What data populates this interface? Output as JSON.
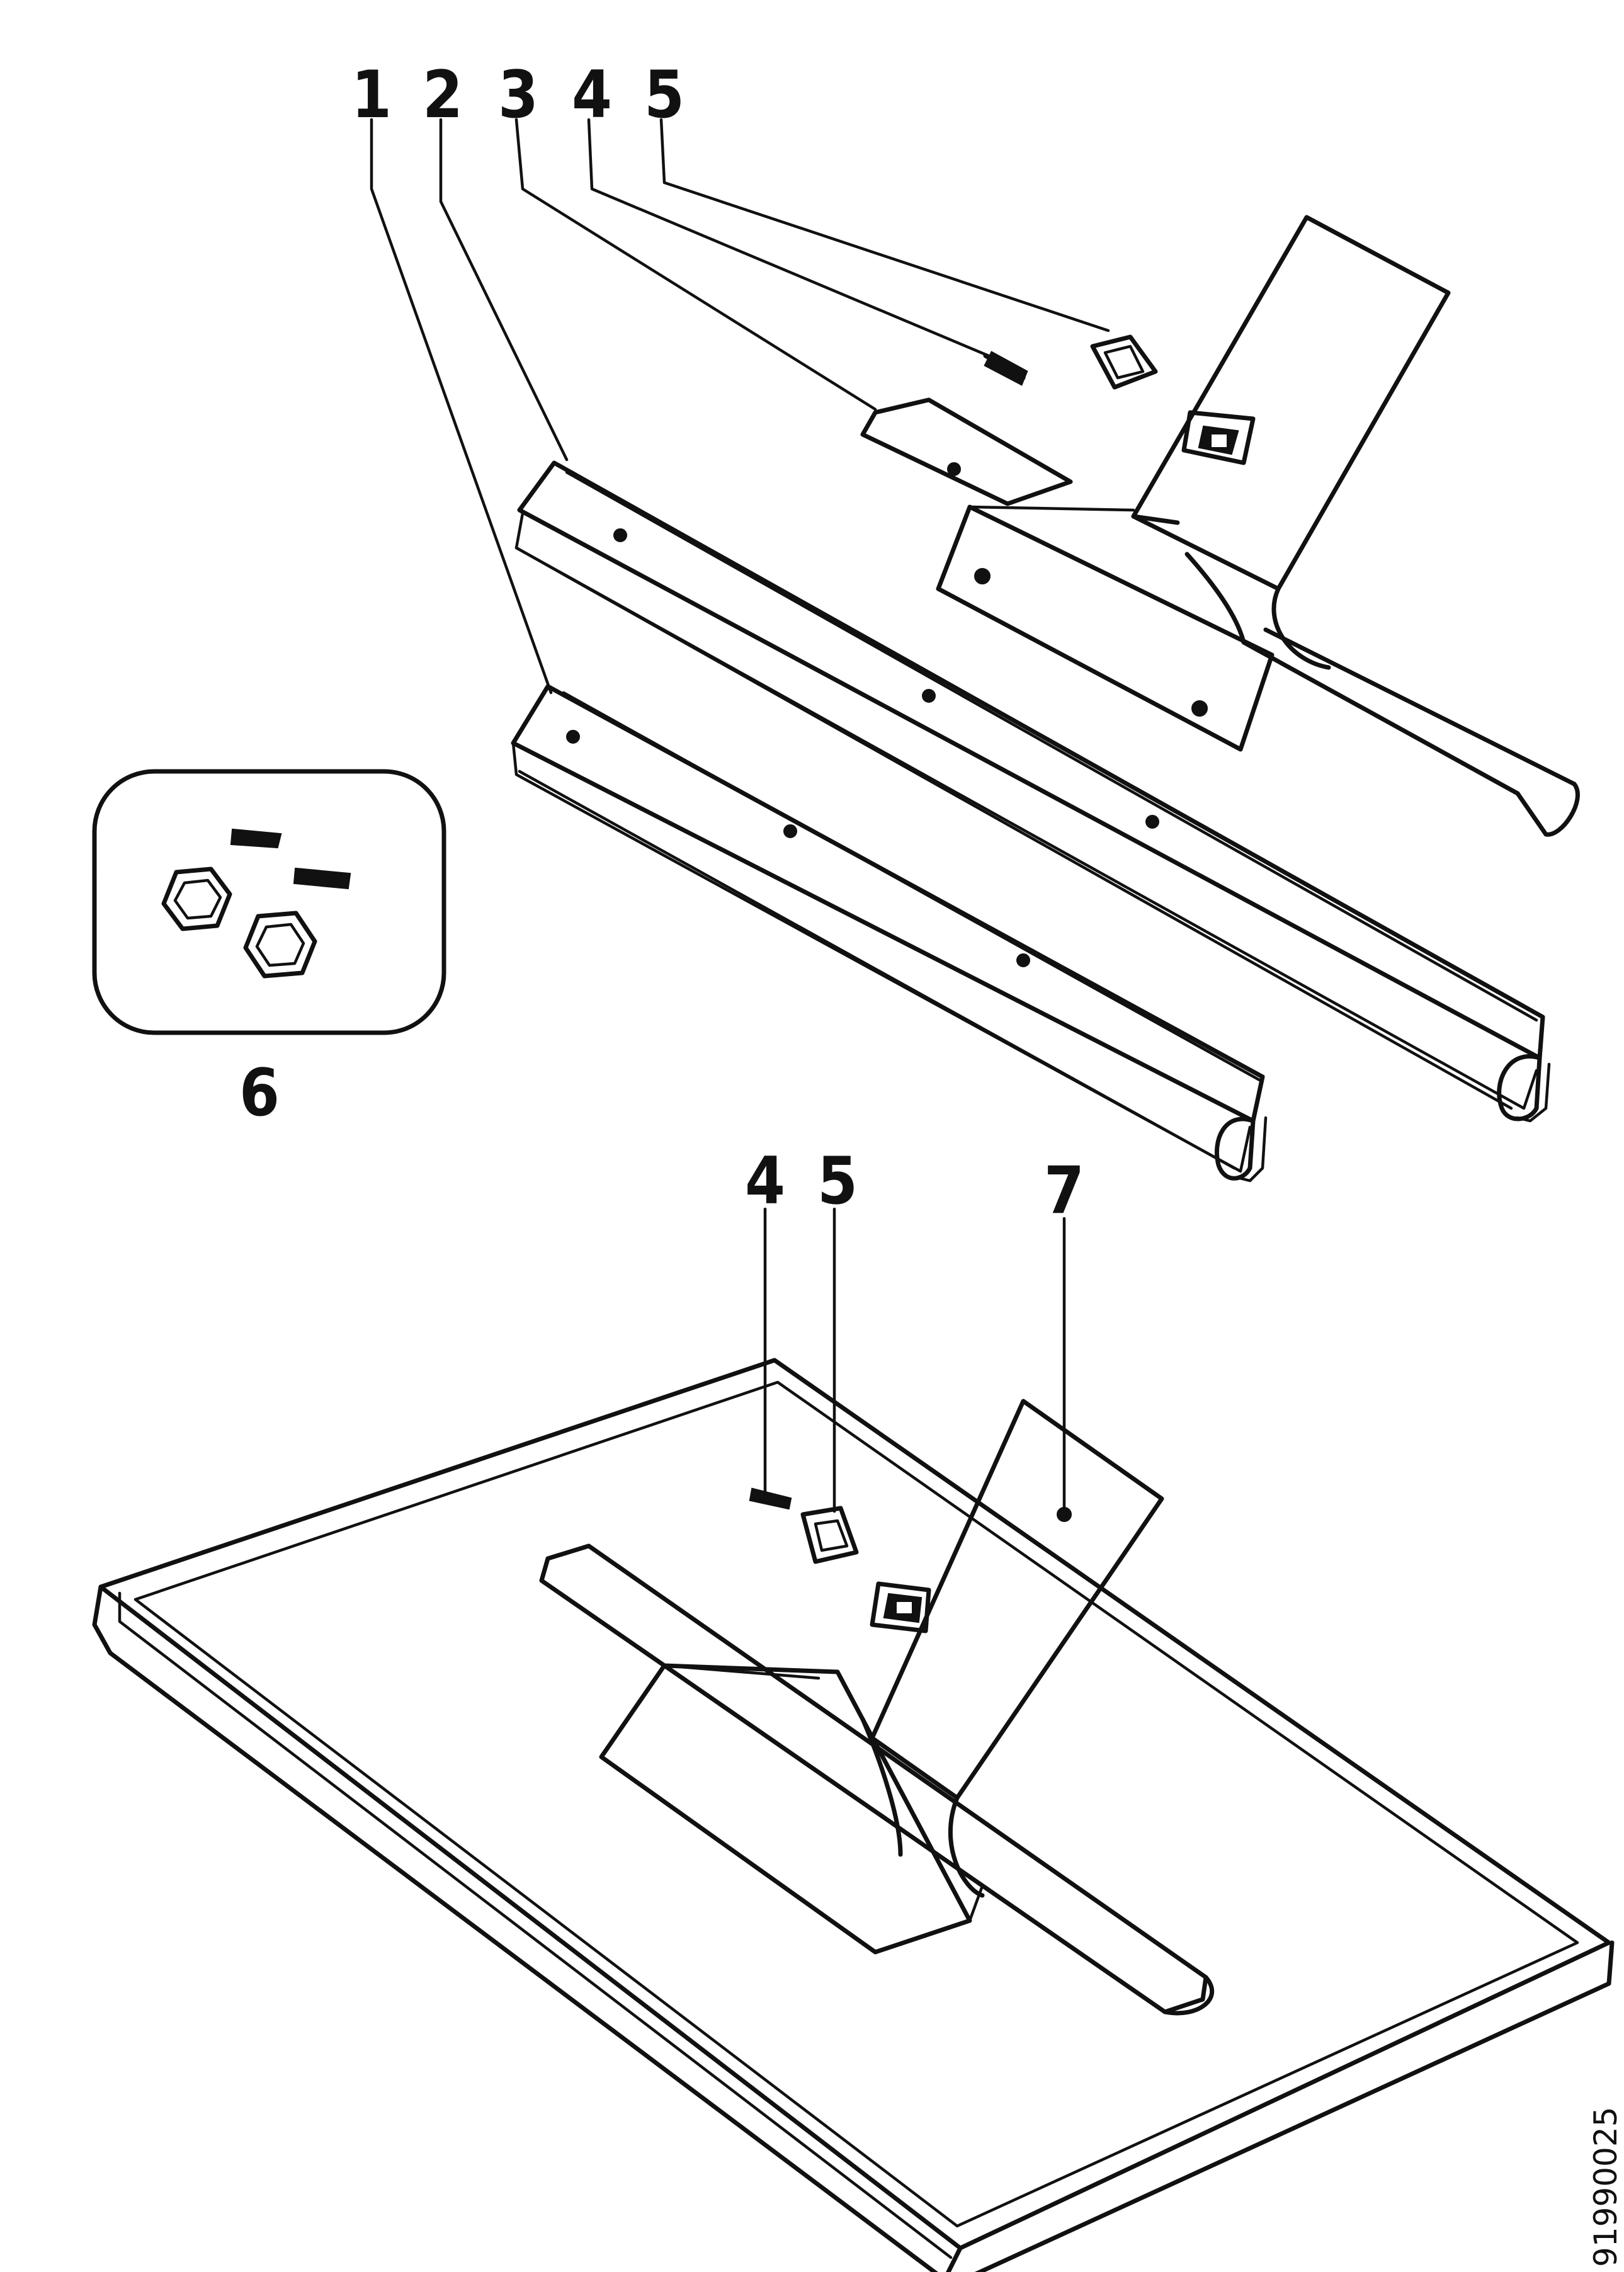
{
  "callouts": {
    "top": [
      "1",
      "2",
      "3",
      "4",
      "5"
    ],
    "accessory_bag": "6",
    "bottom": [
      "4",
      "5",
      "7"
    ]
  },
  "figure_code": "91990025"
}
